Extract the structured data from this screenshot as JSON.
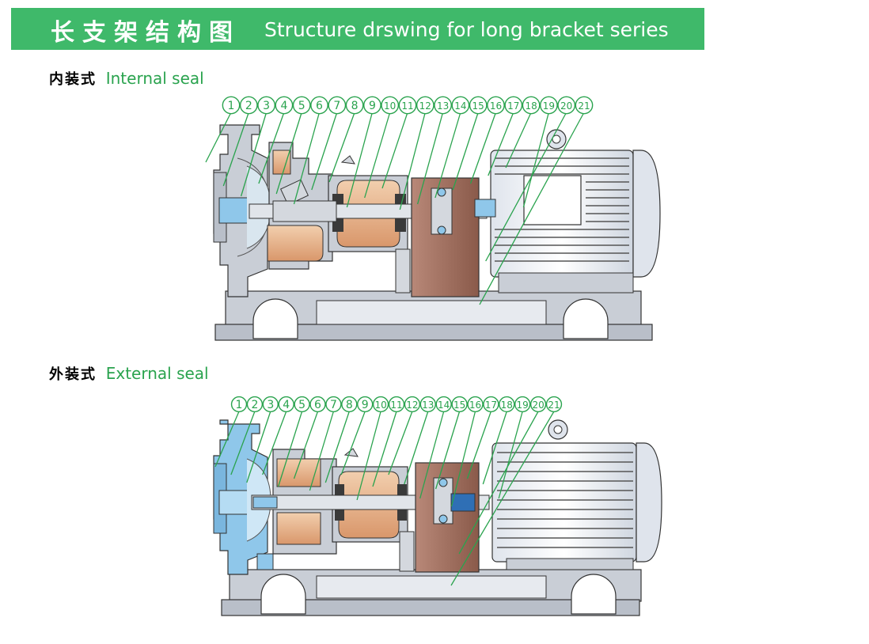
{
  "header": {
    "title_cn": "长支架结构图",
    "title_en": "Structure drswing for long bracket series"
  },
  "sections": [
    {
      "label_cn": "内装式",
      "label_en": "Internal seal"
    },
    {
      "label_cn": "外装式",
      "label_en": "External seal"
    }
  ],
  "callouts": [
    "1",
    "2",
    "3",
    "4",
    "5",
    "6",
    "7",
    "8",
    "9",
    "10",
    "11",
    "12",
    "13",
    "14",
    "15",
    "16",
    "17",
    "18",
    "19",
    "20",
    "21"
  ],
  "colors": {
    "banner": "#3fb96a",
    "label_green": "#2aa34e",
    "callout_green": "#2aa34e",
    "casing_grey": "#c9ced6",
    "casing_blue": "#8fc7ea",
    "bearing_copper": "#e8b890",
    "coupling_brown": "#a0705e",
    "motor_white": "#f3f5f8"
  }
}
